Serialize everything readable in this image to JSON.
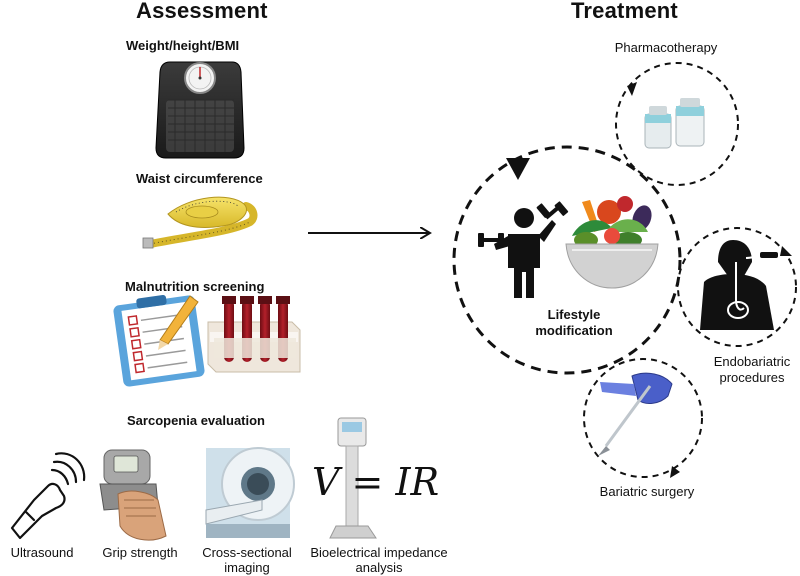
{
  "assessment": {
    "title": "Assessment",
    "items": {
      "weight": "Weight/height/BMI",
      "waist": "Waist circumference",
      "malnutrition": "Malnutrition screening",
      "sarcopenia": "Sarcopenia evaluation"
    },
    "sarcopenia_methods": {
      "ultrasound": "Ultrasound",
      "grip": "Grip strength",
      "imaging_line1": "Cross-sectional",
      "imaging_line2": "imaging",
      "bia_line1": "Bioelectrical impedance",
      "bia_line2": "analysis",
      "formula": "V = IR"
    }
  },
  "treatment": {
    "title": "Treatment",
    "lifestyle_line1": "Lifestyle",
    "lifestyle_line2": "modification",
    "pharmacotherapy": "Pharmacotherapy",
    "endo_line1": "Endobariatric",
    "endo_line2": "procedures",
    "surgery": "Bariatric surgery"
  },
  "icons": [
    "scale-icon",
    "tape-measure-icon",
    "clipboard-icon",
    "test-tubes-icon",
    "ultrasound-probe-icon",
    "grip-dynamometer-icon",
    "ct-scanner-icon",
    "bia-device-icon",
    "dumbbell-person-icon",
    "salad-bowl-icon",
    "vials-icon",
    "endoscopy-person-icon",
    "scalpel-hand-icon"
  ]
}
